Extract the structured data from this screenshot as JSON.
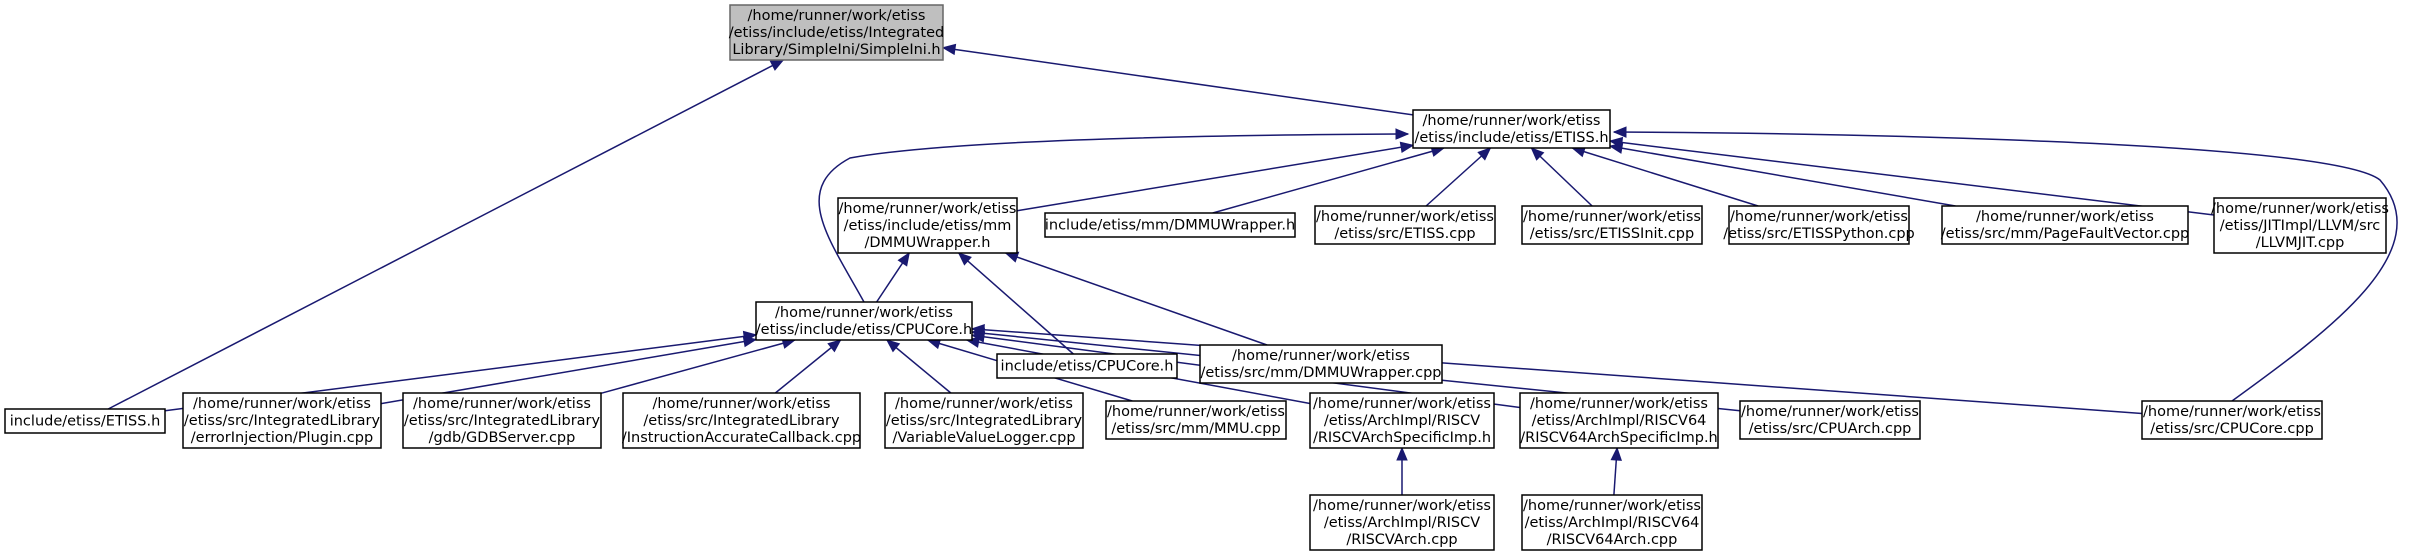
{
  "colors": {
    "edge": "#191970",
    "root_fill": "#bfbfbf",
    "node_border": "#000000"
  },
  "nodes": [
    {
      "id": "simpleini",
      "lines": [
        "/home/runner/work/etiss",
        "/etiss/include/etiss/Integrated",
        "Library/SimpleIni/SimpleIni.h"
      ],
      "root": true
    },
    {
      "id": "etiss_h",
      "lines": [
        "/home/runner/work/etiss",
        "/etiss/include/etiss/ETISS.h"
      ]
    },
    {
      "id": "dmmuwrapper_h_full",
      "lines": [
        "/home/runner/work/etiss",
        "/etiss/include/etiss/mm",
        "/DMMUWrapper.h"
      ]
    },
    {
      "id": "dmmuwrapper_h_short",
      "lines": [
        "include/etiss/mm/DMMUWrapper.h"
      ]
    },
    {
      "id": "etiss_cpp",
      "lines": [
        "/home/runner/work/etiss",
        "/etiss/src/ETISS.cpp"
      ]
    },
    {
      "id": "etissinit_cpp",
      "lines": [
        "/home/runner/work/etiss",
        "/etiss/src/ETISSInit.cpp"
      ]
    },
    {
      "id": "etisspython_cpp",
      "lines": [
        "/home/runner/work/etiss",
        "/etiss/src/ETISSPython.cpp"
      ]
    },
    {
      "id": "pagefaultvector_cpp",
      "lines": [
        "/home/runner/work/etiss",
        "/etiss/src/mm/PageFaultVector.cpp"
      ]
    },
    {
      "id": "llvmjit_cpp",
      "lines": [
        "/home/runner/work/etiss",
        "/etiss/JITImpl/LLVM/src",
        "/LLVMJIT.cpp"
      ]
    },
    {
      "id": "cpucore_h_full",
      "lines": [
        "/home/runner/work/etiss",
        "/etiss/include/etiss/CPUCore.h"
      ]
    },
    {
      "id": "cpucore_h_short",
      "lines": [
        "include/etiss/CPUCore.h"
      ]
    },
    {
      "id": "dmmuwrapper_cpp",
      "lines": [
        "/home/runner/work/etiss",
        "/etiss/src/mm/DMMUWrapper.cpp"
      ]
    },
    {
      "id": "etiss_h_short",
      "lines": [
        "include/etiss/ETISS.h"
      ]
    },
    {
      "id": "plugin_cpp",
      "lines": [
        "/home/runner/work/etiss",
        "/etiss/src/IntegratedLibrary",
        "/errorInjection/Plugin.cpp"
      ]
    },
    {
      "id": "gdbserver_cpp",
      "lines": [
        "/home/runner/work/etiss",
        "/etiss/src/IntegratedLibrary",
        "/gdb/GDBServer.cpp"
      ]
    },
    {
      "id": "iac_cpp",
      "lines": [
        "/home/runner/work/etiss",
        "/etiss/src/IntegratedLibrary",
        "/InstructionAccurateCallback.cpp"
      ]
    },
    {
      "id": "vvl_cpp",
      "lines": [
        "/home/runner/work/etiss",
        "/etiss/src/IntegratedLibrary",
        "/VariableValueLogger.cpp"
      ]
    },
    {
      "id": "mmu_cpp",
      "lines": [
        "/home/runner/work/etiss",
        "/etiss/src/mm/MMU.cpp"
      ]
    },
    {
      "id": "riscv_imp_h",
      "lines": [
        "/home/runner/work/etiss",
        "/etiss/ArchImpl/RISCV",
        "/RISCVArchSpecificImp.h"
      ]
    },
    {
      "id": "riscv64_imp_h",
      "lines": [
        "/home/runner/work/etiss",
        "/etiss/ArchImpl/RISCV64",
        "/RISCV64ArchSpecificImp.h"
      ]
    },
    {
      "id": "cpuarch_cpp",
      "lines": [
        "/home/runner/work/etiss",
        "/etiss/src/CPUArch.cpp"
      ]
    },
    {
      "id": "cpucore_cpp",
      "lines": [
        "/home/runner/work/etiss",
        "/etiss/src/CPUCore.cpp"
      ]
    },
    {
      "id": "riscvarch_cpp",
      "lines": [
        "/home/runner/work/etiss",
        "/etiss/ArchImpl/RISCV",
        "/RISCVArch.cpp"
      ]
    },
    {
      "id": "riscv64arch_cpp",
      "lines": [
        "/home/runner/work/etiss",
        "/etiss/ArchImpl/RISCV64",
        "/RISCV64Arch.cpp"
      ]
    }
  ],
  "edges": [
    {
      "from": "etiss_h",
      "to": "simpleini"
    },
    {
      "from": "etiss_h_short",
      "to": "simpleini"
    },
    {
      "from": "dmmuwrapper_h_full",
      "to": "etiss_h"
    },
    {
      "from": "dmmuwrapper_h_short",
      "to": "etiss_h"
    },
    {
      "from": "etiss_cpp",
      "to": "etiss_h"
    },
    {
      "from": "etissinit_cpp",
      "to": "etiss_h"
    },
    {
      "from": "etisspython_cpp",
      "to": "etiss_h"
    },
    {
      "from": "pagefaultvector_cpp",
      "to": "etiss_h"
    },
    {
      "from": "llvmjit_cpp",
      "to": "etiss_h"
    },
    {
      "from": "cpucore_h_full",
      "to": "etiss_h"
    },
    {
      "from": "cpucore_cpp",
      "to": "etiss_h"
    },
    {
      "from": "cpucore_h_full",
      "to": "dmmuwrapper_h_full"
    },
    {
      "from": "cpucore_h_short",
      "to": "dmmuwrapper_h_full"
    },
    {
      "from": "dmmuwrapper_cpp",
      "to": "dmmuwrapper_h_full"
    },
    {
      "from": "etiss_h_short",
      "to": "cpucore_h_full"
    },
    {
      "from": "plugin_cpp",
      "to": "cpucore_h_full"
    },
    {
      "from": "gdbserver_cpp",
      "to": "cpucore_h_full"
    },
    {
      "from": "iac_cpp",
      "to": "cpucore_h_full"
    },
    {
      "from": "vvl_cpp",
      "to": "cpucore_h_full"
    },
    {
      "from": "mmu_cpp",
      "to": "cpucore_h_full"
    },
    {
      "from": "riscv_imp_h",
      "to": "cpucore_h_full"
    },
    {
      "from": "riscv64_imp_h",
      "to": "cpucore_h_full"
    },
    {
      "from": "cpuarch_cpp",
      "to": "cpucore_h_full"
    },
    {
      "from": "cpucore_cpp",
      "to": "cpucore_h_full"
    },
    {
      "from": "riscvarch_cpp",
      "to": "riscv_imp_h"
    },
    {
      "from": "riscv64arch_cpp",
      "to": "riscv64_imp_h"
    }
  ]
}
